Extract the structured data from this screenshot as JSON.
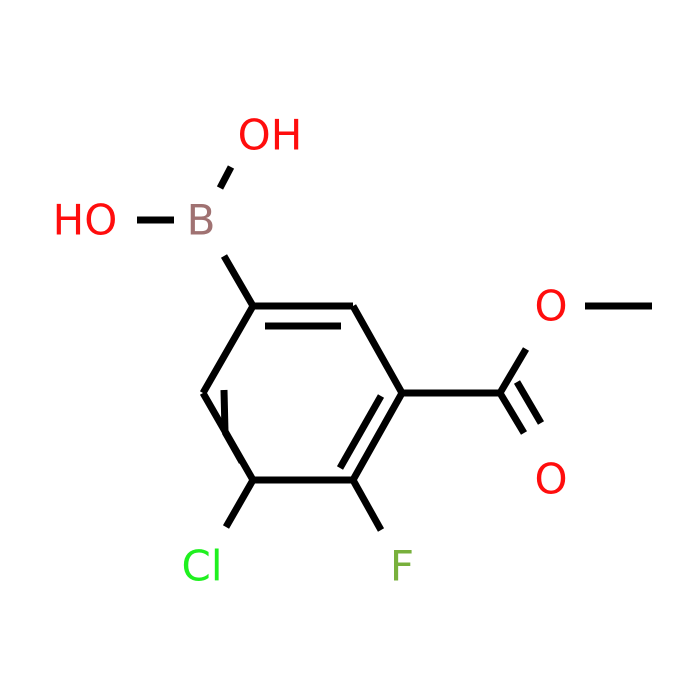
{
  "molecule": {
    "atoms": {
      "oh_top": {
        "text": "OH",
        "element": "O",
        "color": "#ff0d0d"
      },
      "ho_left": {
        "text": "HO",
        "element": "O",
        "color": "#ff0d0d"
      },
      "boron": {
        "text": "B",
        "element": "B",
        "color": "#a07272"
      },
      "ester_o": {
        "text": "O",
        "element": "O",
        "color": "#ff0d0d"
      },
      "carbonyl_o": {
        "text": "O",
        "element": "O",
        "color": "#ff0d0d"
      },
      "chlorine": {
        "text": "Cl",
        "element": "Cl",
        "color": "#1ff01f"
      },
      "fluorine": {
        "text": "F",
        "element": "F",
        "color": "#78b03c"
      }
    },
    "bond_color": "#000000"
  }
}
